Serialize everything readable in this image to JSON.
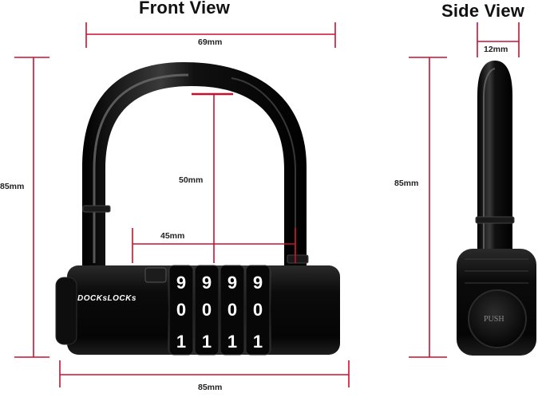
{
  "titles": {
    "front": "Front View",
    "side": "Side View"
  },
  "dimensions": {
    "front_width_top": "69mm",
    "front_height_left": "85mm",
    "inner_height": "50mm",
    "inner_width": "45mm",
    "front_width_bottom": "85mm",
    "side_width": "12mm",
    "side_height": "85mm"
  },
  "lock": {
    "brand": "DOCKsLOCKs",
    "push_label": "PUSH",
    "dial_rows": [
      [
        "9",
        "9",
        "9",
        "9"
      ],
      [
        "0",
        "0",
        "0",
        "0"
      ],
      [
        "1",
        "1",
        "1",
        "1"
      ]
    ]
  },
  "colors": {
    "dimension_line": "#c8102e",
    "lock_body": "#0a0a0a",
    "dial_text": "#ffffff"
  }
}
